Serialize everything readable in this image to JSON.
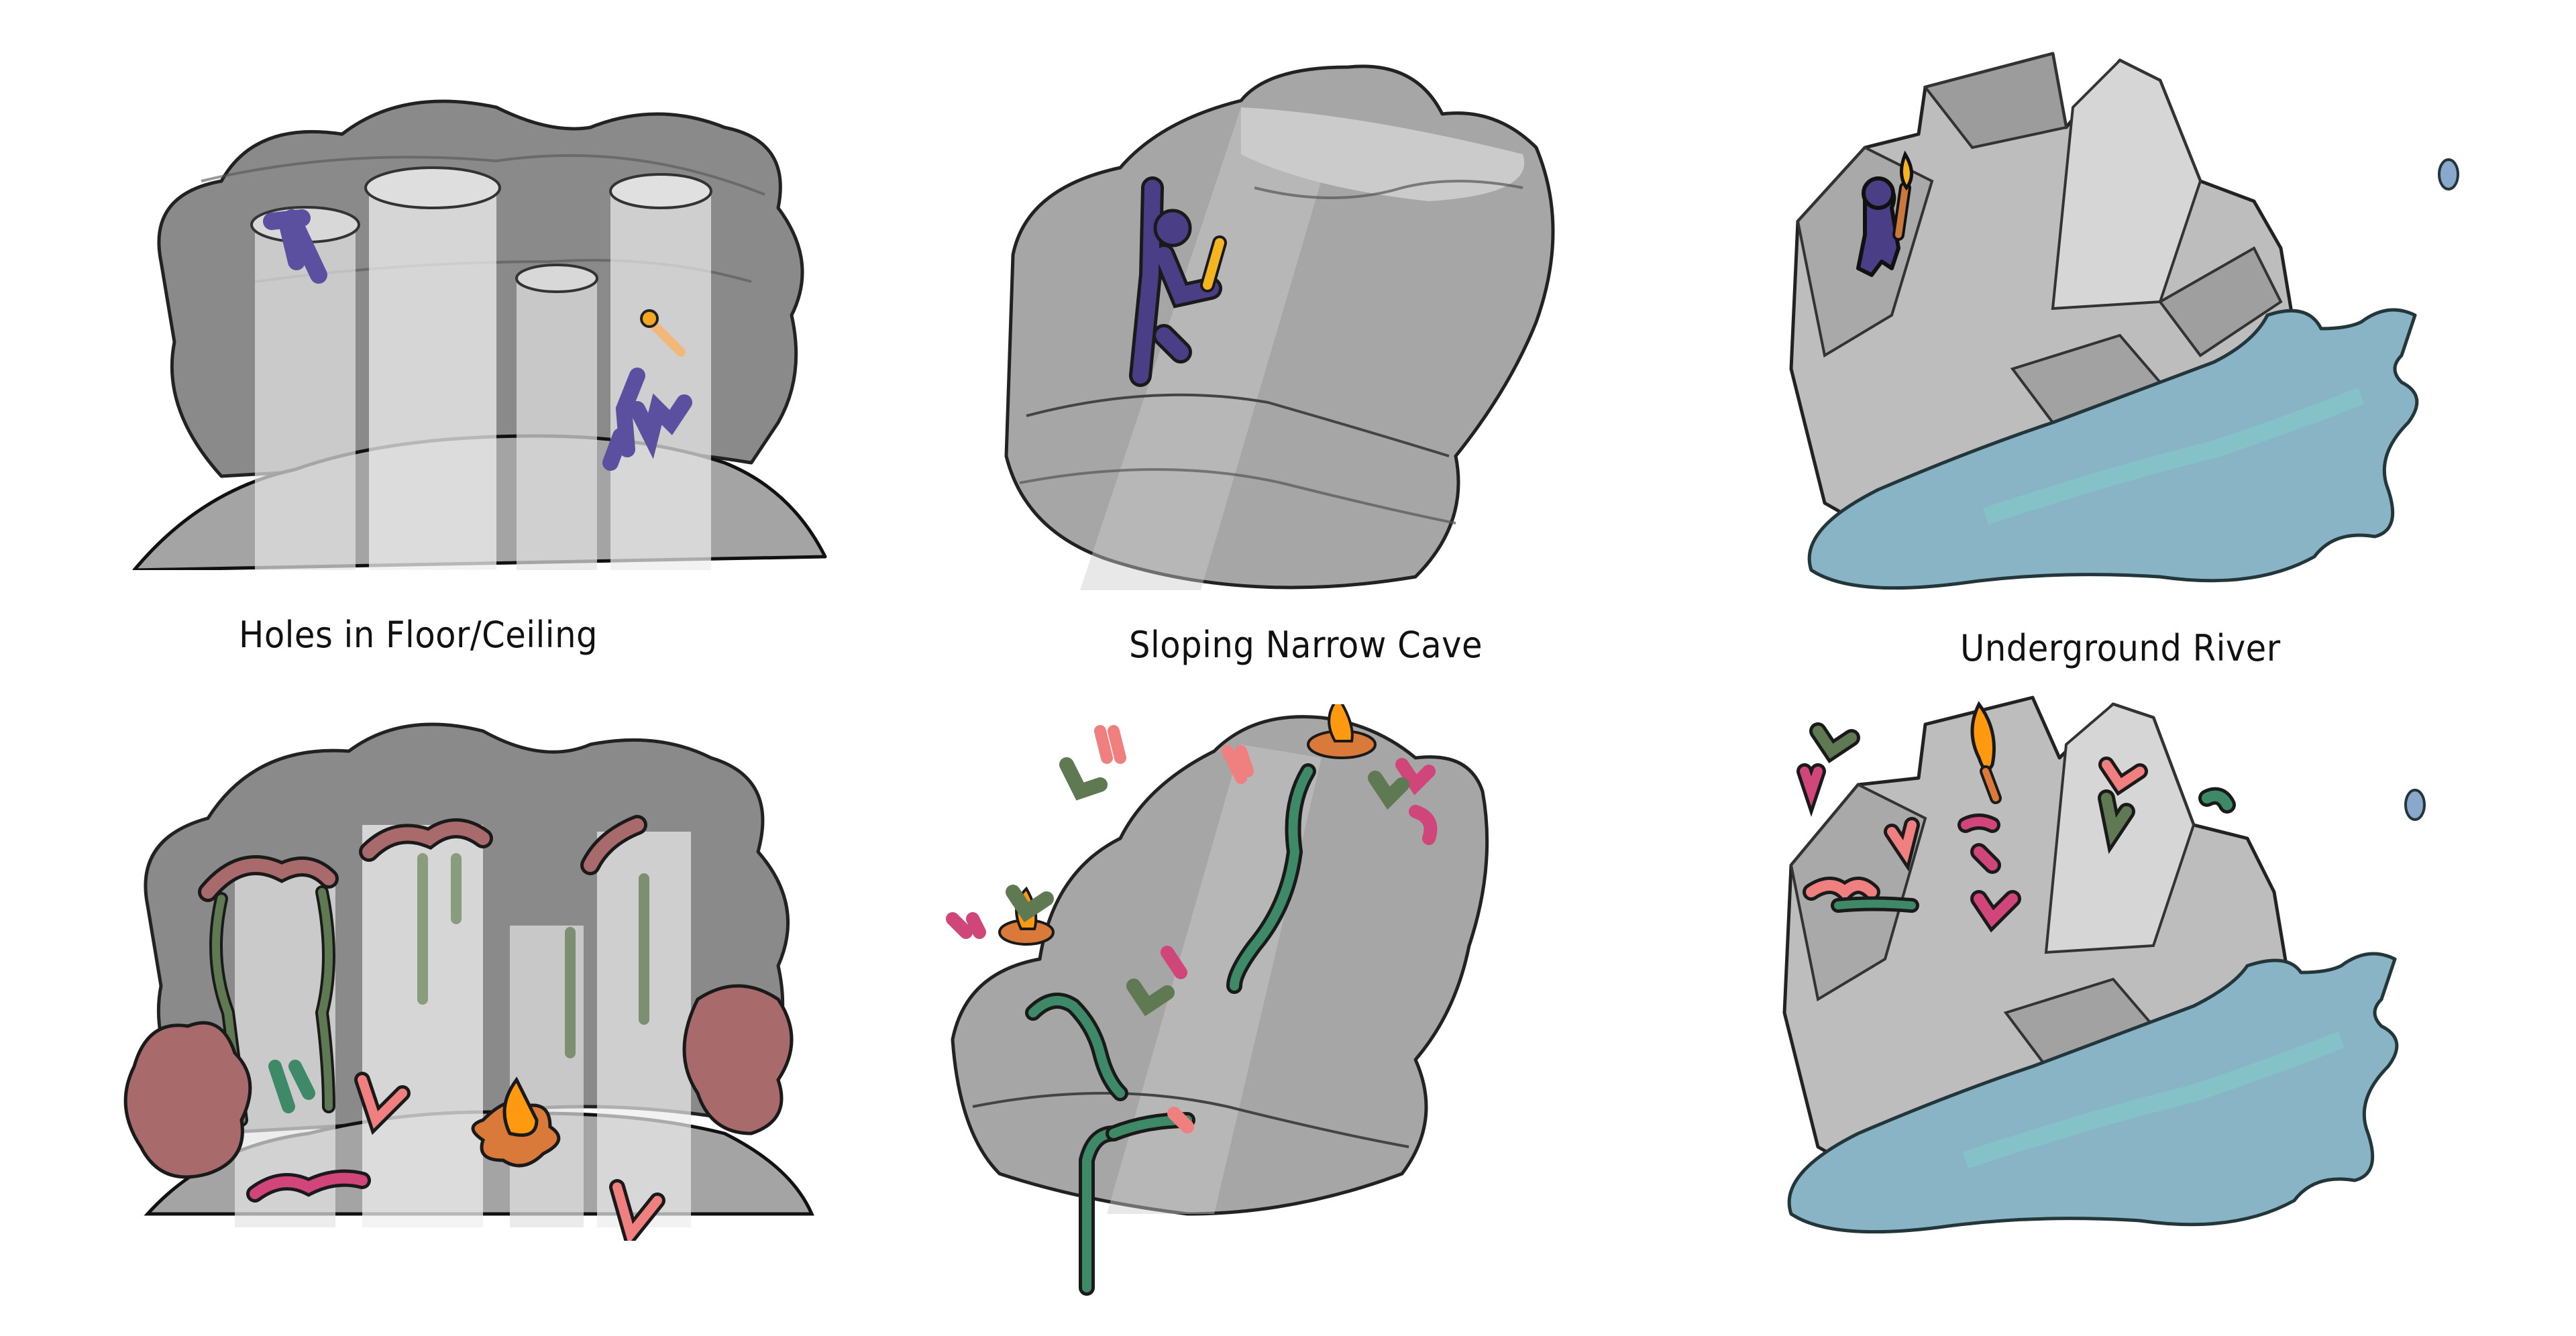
{
  "sheet": {
    "columns": [
      {
        "caption": "Holes in Floor/Ceiling",
        "top_sketch": "bare cave with rock ceiling, light shafts through ceiling holes onto floor, two purple climber figures and a torch",
        "bottom_sketch": "same cave decorated with pink/green vines, mossy growth, coral-like plants and a campfire"
      },
      {
        "caption": "Sloping Narrow Cave",
        "top_sketch": "tall sloping rock passage with purple climber holding an orange torch",
        "bottom_sketch": "same passage decorated with green vines, pink and green plants, and two campfires"
      },
      {
        "caption": "Underground River",
        "top_sketch": "blocky rock cave with purple figure holding a torch, teal-blue river spilling out",
        "bottom_sketch": "same cave decorated with pink and green plants and a wall torch, teal-blue river"
      }
    ],
    "colors": {
      "background": "#ffffff",
      "rock_dark": "#6e6e6e",
      "rock_mid": "#9a9a9a",
      "rock_light": "#cfcfcf",
      "outline": "#1a1a1a",
      "figure_purple": "#4a3f86",
      "torch_orange": "#f5a623",
      "flame_orange": "#ff8c00",
      "water_teal": "#7fc4c0",
      "water_blue": "#8aa0c8",
      "plant_pink": "#f08080",
      "plant_magenta": "#d0457a",
      "plant_green": "#5f7a52",
      "vine_teal_green": "#3e8a68",
      "moss_rose": "#a86a6a"
    }
  }
}
